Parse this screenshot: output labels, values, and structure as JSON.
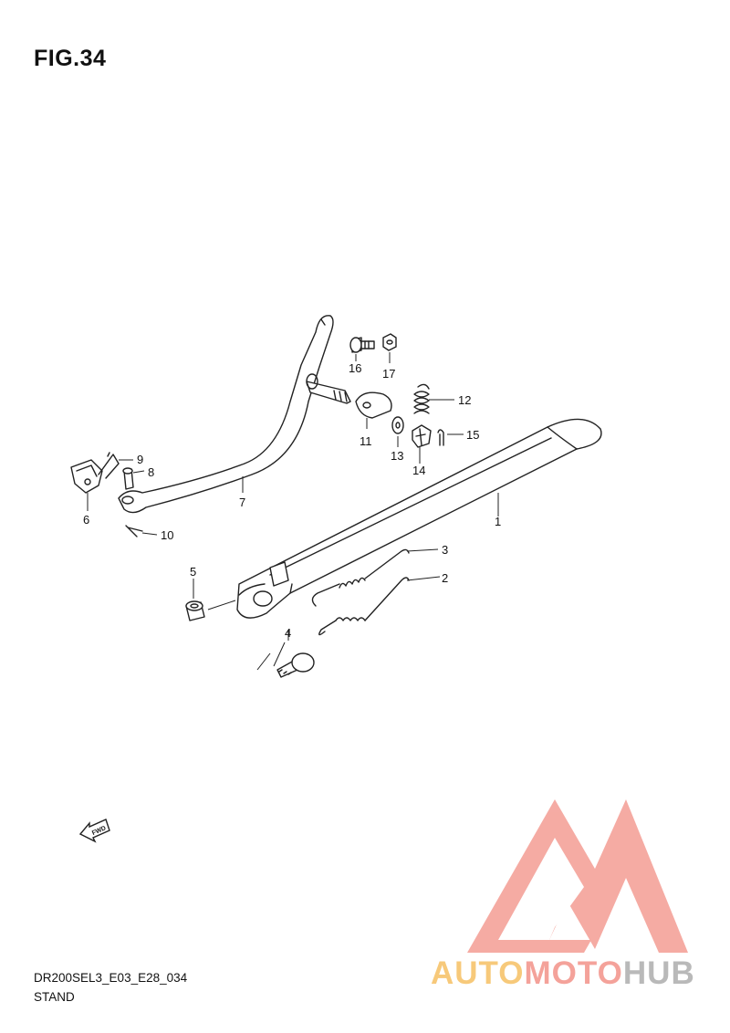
{
  "figure": {
    "title": "FIG.34",
    "code": "DR200SEL3_E03_E28_034",
    "name": "STAND"
  },
  "callouts": [
    "1",
    "2",
    "3",
    "4",
    "5",
    "6",
    "7",
    "8",
    "9",
    "10",
    "11",
    "12",
    "13",
    "14",
    "15",
    "16",
    "17"
  ],
  "fwd_label": "FWD",
  "watermark": {
    "part1": "AUTO",
    "part2": "MOTO",
    "part3": "HUB",
    "colors": {
      "auto": "#f7c97a",
      "moto": "#f4a29a",
      "hub": "#b9b9b9",
      "logo": "#f4a29a"
    }
  }
}
